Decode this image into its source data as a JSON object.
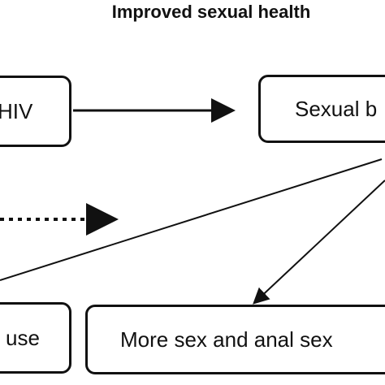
{
  "diagram": {
    "title": "Improved sexual health",
    "nodes": {
      "hiv": "HIV",
      "sexual_behaviour": "Sexual b",
      "use": "use",
      "more_sex": "More sex and anal sex"
    },
    "edges": [
      {
        "from": "hiv",
        "to": "sexual_behaviour",
        "style": "solid"
      },
      {
        "from": "sexual_behaviour",
        "to": "more_sex",
        "style": "solid"
      },
      {
        "from": "sexual_behaviour",
        "to": "use",
        "style": "solid"
      },
      {
        "from": "offscreen",
        "to": "offscreen",
        "style": "dotted"
      }
    ]
  }
}
